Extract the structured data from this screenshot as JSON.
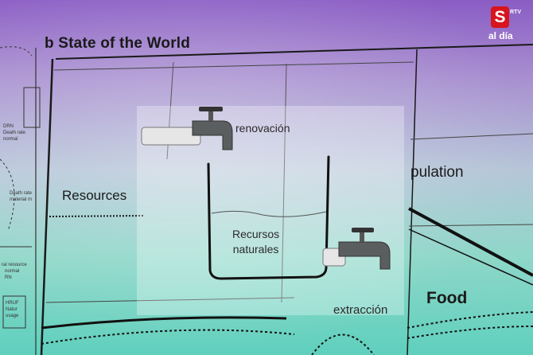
{
  "slide": {
    "title": "b  State of the World",
    "resources_label": "Resources",
    "population_label": "pulation",
    "food_label": "Food"
  },
  "inset": {
    "renovacion_label": "renovación",
    "recursos_line1": "Recursos",
    "recursos_line2": "naturales",
    "extraccion_label": "extracción"
  },
  "side_notes": {
    "drn": "DRN",
    "death_rate": "Death rate",
    "normal": "normal",
    "death_rate_material": "Death rate",
    "material": "material m",
    "resource": "ral resource",
    "normal2": "normal",
    "rn": "RN",
    "hruf": "HRUF",
    "natur": "Natur",
    "usage": "usage"
  },
  "logo": {
    "letter": "S",
    "rtv": "RTV",
    "aldia": "al día",
    "color": "#d8141c"
  }
}
